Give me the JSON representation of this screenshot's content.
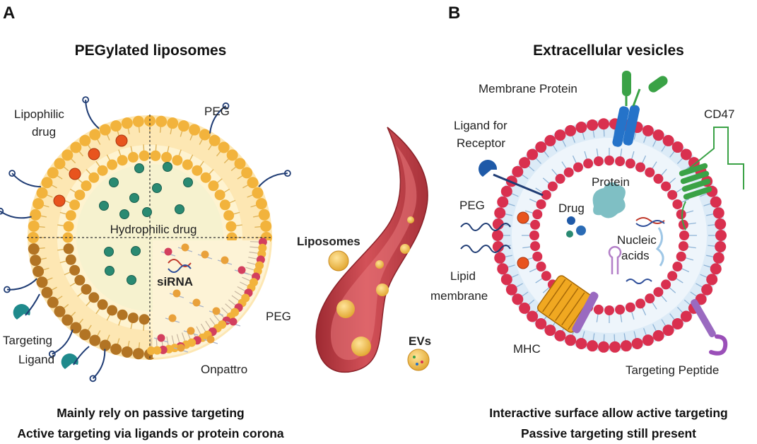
{
  "panel_a": {
    "letter": "A",
    "title": "PEGylated liposomes",
    "labels": {
      "lipophilic_1": "Lipophilic",
      "lipophilic_2": "drug",
      "peg_top": "PEG",
      "hydrophilic": "Hydrophilic drug",
      "sirna": "siRNA",
      "peg_bottom": "PEG",
      "targeting_1": "Targeting",
      "targeting_2": "Ligand",
      "onpattro": "Onpattro"
    },
    "caption_1": "Mainly rely on passive targeting",
    "caption_2": "Active targeting via ligands or protein corona"
  },
  "vessel": {
    "liposomes": "Liposomes",
    "evs": "EVs"
  },
  "panel_b": {
    "letter": "B",
    "title": "Extracellular vesicles",
    "labels": {
      "membrane_protein": "Membrane Protein",
      "cd47": "CD47",
      "ligand_1": "Ligand for",
      "ligand_2": "Receptor",
      "protein": "Protein",
      "peg": "PEG",
      "drug": "Drug",
      "nucleic_1": "Nucleic",
      "nucleic_2": "acids",
      "lipid_1": "Lipid",
      "lipid_2": "membrane",
      "mhc": "MHC",
      "targeting_peptide": "Targeting Peptide"
    },
    "caption_1": "Interactive surface allow active targeting",
    "caption_2": "Passive targeting still present"
  },
  "colors": {
    "liposome_head": "#f2b33c",
    "liposome_head_dark": "#b27424",
    "liposome_core": "#f6f2cf",
    "drug_teal": "#2a8a72",
    "drug_red": "#e8541e",
    "peg_navy": "#1f3c74",
    "ev_head": "#d9304f",
    "ev_tail": "#b9d3ea",
    "vessel": "#c8434a",
    "membrane_protein": "#2573c9",
    "cd47": "#3aa246",
    "mhc": "#f0a821"
  }
}
